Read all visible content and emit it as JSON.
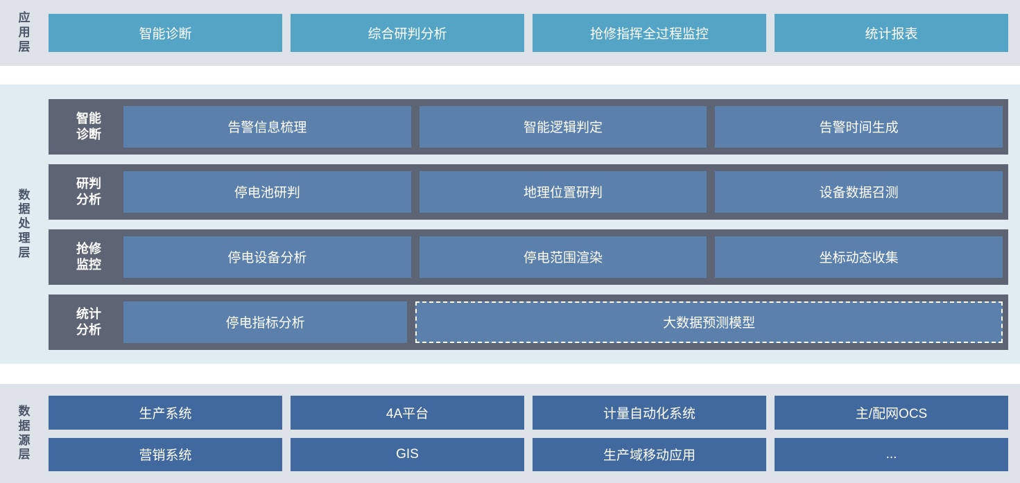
{
  "layers": {
    "application": {
      "label_chars": [
        "应",
        "用",
        "层"
      ],
      "label_full": "应用层",
      "boxes": [
        "智能诊断",
        "综合研判分析",
        "抢修指挥全过程监控",
        "统计报表"
      ]
    },
    "processing": {
      "label_chars": [
        "数",
        "据",
        "处",
        "理",
        "层"
      ],
      "label_full": "数据处理层",
      "rows": [
        {
          "label_chars": [
            "智能",
            "诊断"
          ],
          "label_full": "智能诊断",
          "boxes": [
            {
              "text": "告警信息梳理",
              "dashed": false,
              "wide": false
            },
            {
              "text": "智能逻辑判定",
              "dashed": false,
              "wide": false
            },
            {
              "text": "告警时间生成",
              "dashed": false,
              "wide": false
            }
          ]
        },
        {
          "label_chars": [
            "研判",
            "分析"
          ],
          "label_full": "研判分析",
          "boxes": [
            {
              "text": "停电池研判",
              "dashed": false,
              "wide": false
            },
            {
              "text": "地理位置研判",
              "dashed": false,
              "wide": false
            },
            {
              "text": "设备数据召测",
              "dashed": false,
              "wide": false
            }
          ]
        },
        {
          "label_chars": [
            "抢修",
            "监控"
          ],
          "label_full": "抢修监控",
          "boxes": [
            {
              "text": "停电设备分析",
              "dashed": false,
              "wide": false
            },
            {
              "text": "停电范围渲染",
              "dashed": false,
              "wide": false
            },
            {
              "text": "坐标动态收集",
              "dashed": false,
              "wide": false
            }
          ]
        },
        {
          "label_chars": [
            "统计",
            "分析"
          ],
          "label_full": "统计分析",
          "boxes": [
            {
              "text": "停电指标分析",
              "dashed": false,
              "wide": false
            },
            {
              "text": "大数据预测模型",
              "dashed": true,
              "wide": true
            }
          ]
        }
      ]
    },
    "datasource": {
      "label_chars": [
        "数",
        "据",
        "源",
        "层"
      ],
      "label_full": "数据源层",
      "rows": [
        [
          "生产系统",
          "4A平台",
          "计量自动化系统",
          "主/配网OCS"
        ],
        [
          "营销系统",
          "GIS",
          "生产域移动应用",
          "..."
        ]
      ]
    }
  },
  "colors": {
    "app_band_bg": "#dee3ea",
    "app_box": "#53a4c5",
    "proc_band_bg": "#e1ecf2",
    "proc_row_bg": "#5d6574",
    "proc_box": "#5b80ab",
    "src_band_bg": "#dee3ea",
    "src_box": "#41699e",
    "label_text": "#4a5568",
    "box_text": "#ffffff"
  }
}
